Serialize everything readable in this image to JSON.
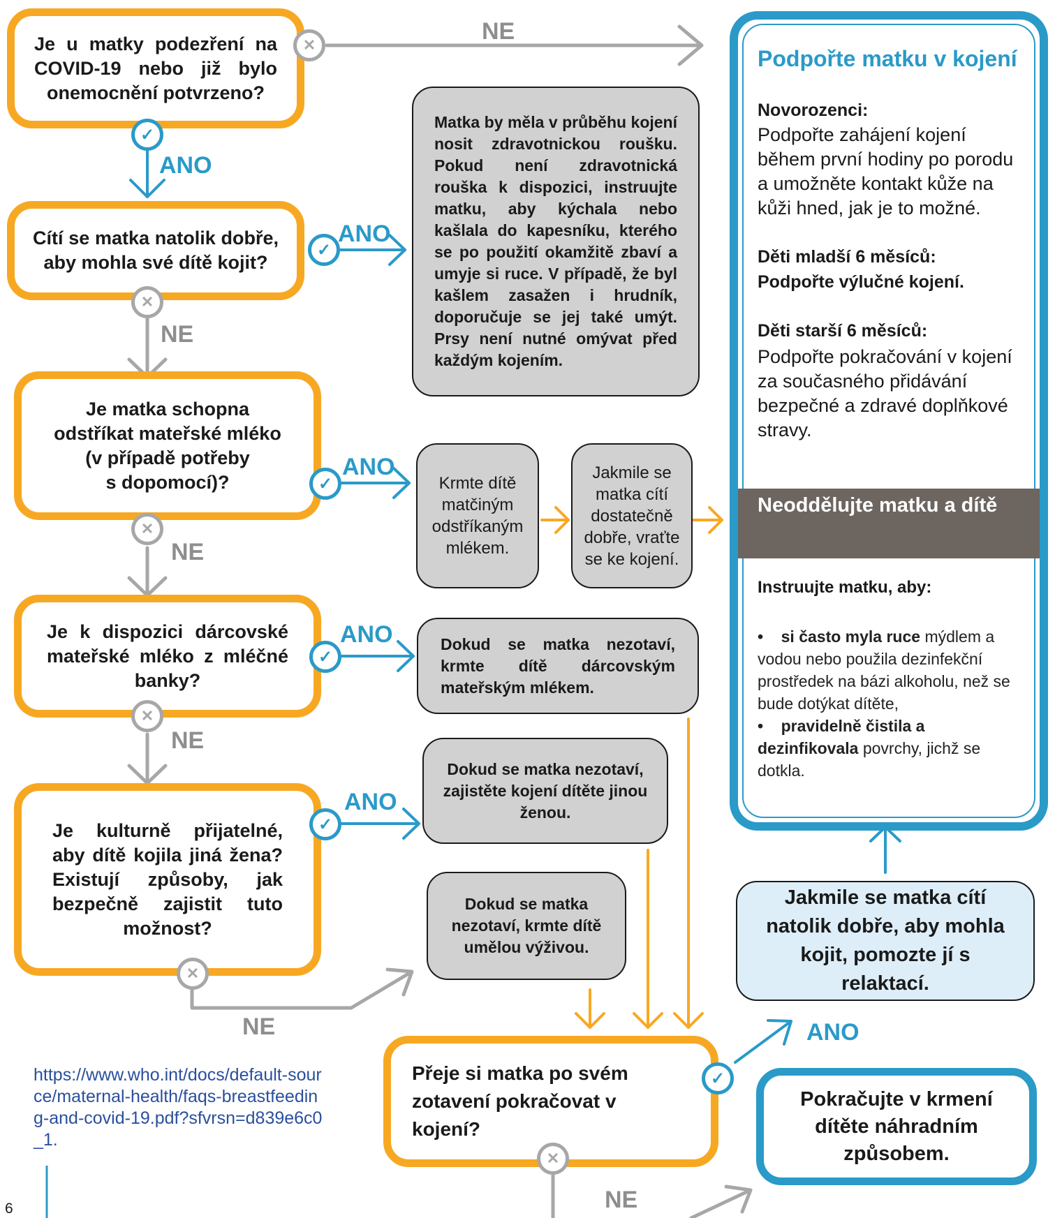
{
  "labels": {
    "ano": "ANO",
    "ne": "NE"
  },
  "icons": {
    "yes": "check-circle-icon",
    "no": "x-circle-icon"
  },
  "colors": {
    "question_border": "#f7a823",
    "accent_blue": "#2a9ac8",
    "no_gray": "#a7a7a7",
    "info_fill": "#d1d1d1",
    "relactation_fill": "#ddeef8",
    "panel_band": "#6d6560"
  },
  "questions": {
    "q1": "Je u matky podezření na COVID-19 nebo již bylo onemocnění potvrzeno?",
    "q2": "Cítí se matka natolik dobře, aby mohla své dítě kojit?",
    "q3a": "Je matka schopna",
    "q3b": "odstříkat mateřské mléko",
    "q3c": "(v případě potřeby",
    "q3d": "s dopomocí)?",
    "q4": "Je k dispozici dárcovské mateřské mléko z mléčné banky?",
    "q5": "Je kulturně přijatelné, aby dítě kojila jiná žena? Existují způsoby, jak bezpečně zajistit tuto možnost?",
    "q6": "Přeje si matka po svém zotavení pokračovat v kojení?"
  },
  "info": {
    "mask": "Matka by měla v průběhu kojení nosit zdravotnickou roušku. Pokud není zdravotnická rouška k dispozici, instruujte matku, aby kýchala nebo kašlala do kapesníku, kterého se po použití okamžitě zbaví a umyje si ruce. V případě, že byl kašlem zasažen i hrudník, doporučuje se jej také umýt. Prsy není nutné omývat před každým kojením.",
    "expressed": "Krmte dítě matčiným odstříkaným mlékem.",
    "return": "Jakmile se matka cítí dostatečně dobře, vraťte se ke kojení.",
    "donor": "Dokud se matka nezotaví, krmte dítě dárcovským mateřským mlékem.",
    "wetnurse": "Dokud se matka nezotaví, zajistěte kojení dítěte jinou ženou.",
    "formula": "Dokud se matka nezotaví, krmte dítě umělou výživou."
  },
  "panel": {
    "title": "Podpořte matku v kojení",
    "newborns_heading": "Novorozenci:",
    "newborns_text": "Podpořte zahájení kojení během první hodiny po porodu a umožněte kontakt kůže na kůži hned, jak je to možné.",
    "under6_heading": "Děti mladší 6 měsíců:",
    "under6_text": "Podpořte výlučné kojení.",
    "over6_heading": "Děti starší 6 měsíců:",
    "over6_text": "Podpořte pokračování v kojení za současného přidávání bezpečné a zdravé doplňkové stravy.",
    "band_title": "Neoddělujte matku a dítě",
    "instruct_heading": "Instruujte matku, aby:",
    "bullet1_bold": "si často myla ruce",
    "bullet1_rest": " mýdlem a vodou nebo použila dezinfekční prostředek na bázi alkoholu, než se bude dotýkat dítěte,",
    "bullet2_bold": "pravidelně čistila a dezinfikovala",
    "bullet2_rest": " povrchy, jichž se dotkla.",
    "bullet_symbol": "•"
  },
  "relactation": "Jakmile se matka cítí natolik dobře, aby mohla kojit, pomozte jí s relaktací.",
  "alternative": "Pokračujte v krmení dítěte náhradním způsobem.",
  "source_url": "https://www.who.int/docs/default-source/maternal-health/faqs-breastfeeding-and-covid-19.pdf?sfvrsn=d839e6c0_1.",
  "page_number": "6"
}
